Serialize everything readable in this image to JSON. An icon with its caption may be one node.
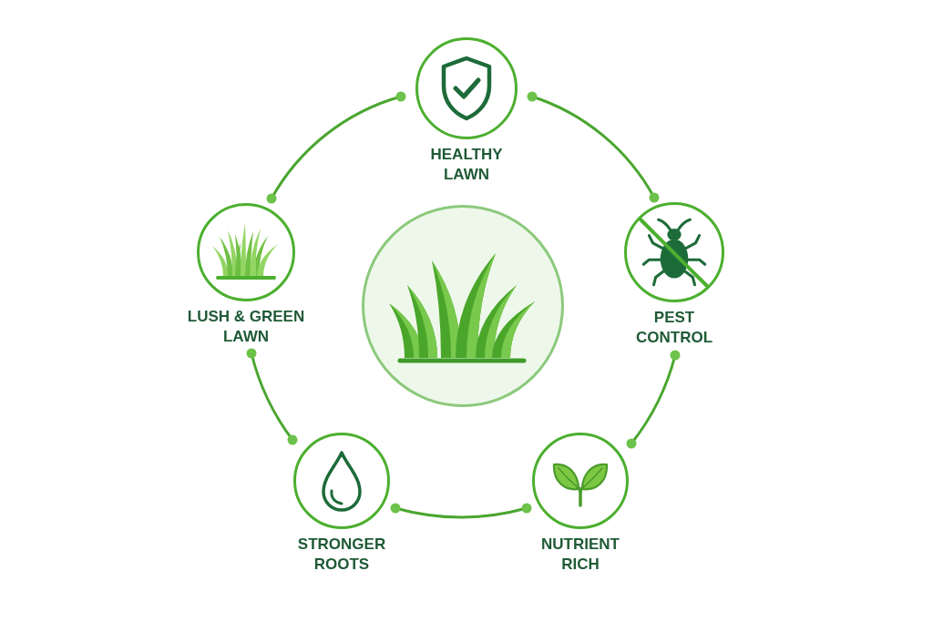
{
  "diagram": {
    "nodes": [
      {
        "text": [
          "HEALTHY LAWN"
        ]
      },
      {
        "text": [
          "PEST CONTROL"
        ]
      },
      {
        "text": [
          "NUTRIENT RICH"
        ]
      },
      {
        "text": [
          "STRONGER ROOTS"
        ]
      },
      {
        "text": [
          "LUSH & GREEN LAWN"
        ]
      },
      {
        "text": [],
        "shape": "circle"
      }
    ],
    "edges": [
      {
        "from": 0,
        "to": 1,
        "arrow": "other"
      },
      {
        "from": 1,
        "to": 2,
        "arrow": "other"
      },
      {
        "from": 2,
        "to": 3,
        "arrow": "other"
      },
      {
        "from": 3,
        "to": 4,
        "arrow": "other"
      },
      {
        "from": 4,
        "to": 0,
        "arrow": "other"
      }
    ]
  }
}
